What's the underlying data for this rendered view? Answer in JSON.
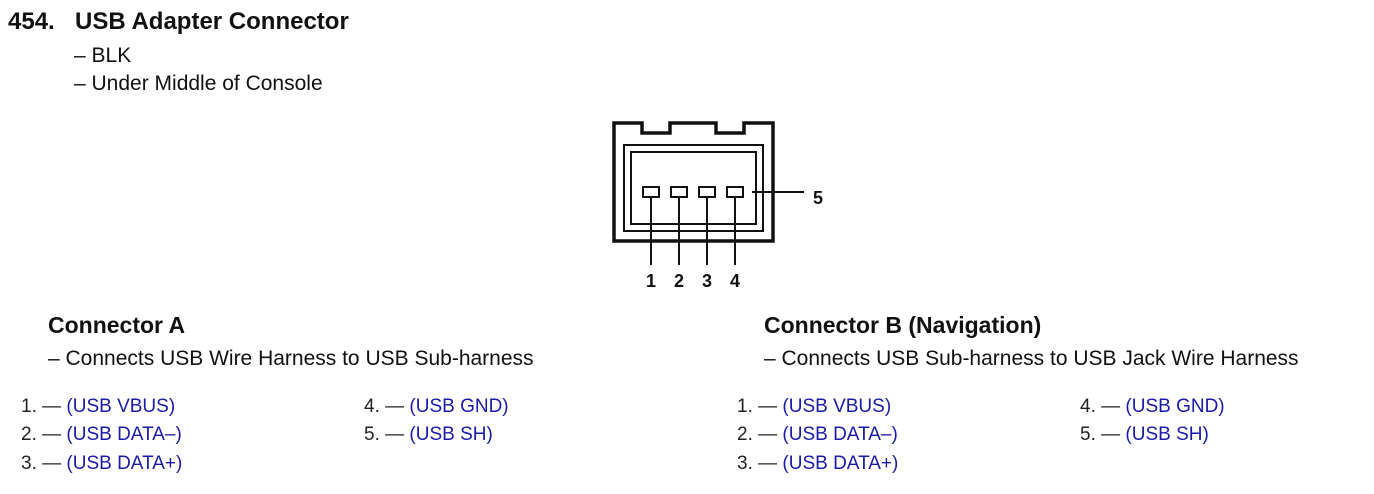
{
  "header": {
    "number": "454.",
    "title": "USB Adapter Connector",
    "color_line": "– BLK",
    "location_line": "– Under Middle of Console"
  },
  "diagram": {
    "pin_labels": [
      "1",
      "2",
      "3",
      "4"
    ],
    "side_label": "5"
  },
  "connectors": [
    {
      "title": "Connector A",
      "description": "– Connects USB Wire Harness to USB Sub-harness",
      "pins": [
        {
          "num": "1. —",
          "signal": "(USB VBUS)"
        },
        {
          "num": "2. —",
          "signal": "(USB DATA–)"
        },
        {
          "num": "3. —",
          "signal": "(USB DATA+)"
        },
        {
          "num": "4. —",
          "signal": "(USB GND)"
        },
        {
          "num": "5. —",
          "signal": "(USB SH)"
        }
      ]
    },
    {
      "title": "Connector B (Navigation)",
      "description": "– Connects USB Sub-harness to USB Jack Wire Harness",
      "pins": [
        {
          "num": "1. —",
          "signal": "(USB VBUS)"
        },
        {
          "num": "2. —",
          "signal": "(USB DATA–)"
        },
        {
          "num": "3. —",
          "signal": "(USB DATA+)"
        },
        {
          "num": "4. —",
          "signal": "(USB GND)"
        },
        {
          "num": "5. —",
          "signal": "(USB SH)"
        }
      ]
    }
  ],
  "colors": {
    "signal_text": "#1a1aa8",
    "body_text": "#111111"
  }
}
